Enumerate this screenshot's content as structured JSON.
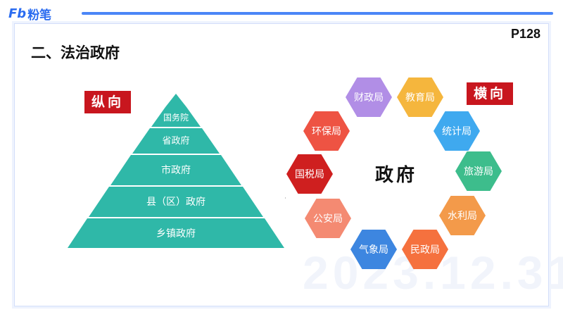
{
  "header": {
    "brand_mark": "Fb",
    "brand_name": "粉笔",
    "page_number": "P128",
    "section_title": "二、法治政府"
  },
  "watermark": "2023.12.31",
  "vertical": {
    "tag": "纵向",
    "levels": [
      "国务院",
      "省政府",
      "市政府",
      "县（区）政府",
      "乡镇政府"
    ]
  },
  "horizontal": {
    "tag": "横向",
    "center": "政府",
    "departments": [
      {
        "name": "财政局",
        "color": "#b18ee6"
      },
      {
        "name": "教育局",
        "color": "#f5b63d"
      },
      {
        "name": "统计局",
        "color": "#3fa9ef"
      },
      {
        "name": "旅游局",
        "color": "#3dbd8c"
      },
      {
        "name": "水利局",
        "color": "#f39a4a"
      },
      {
        "name": "民政局",
        "color": "#f5713e"
      },
      {
        "name": "气象局",
        "color": "#3d86e0"
      },
      {
        "name": "公安局",
        "color": "#f48a72"
      },
      {
        "name": "国税局",
        "color": "#cf1f1f"
      },
      {
        "name": "环保局",
        "color": "#ee5343"
      }
    ]
  },
  "colors": {
    "pyramid": "#2fb8a8",
    "accent_blue": "#4a86f7",
    "tag_red": "#c8161e"
  }
}
